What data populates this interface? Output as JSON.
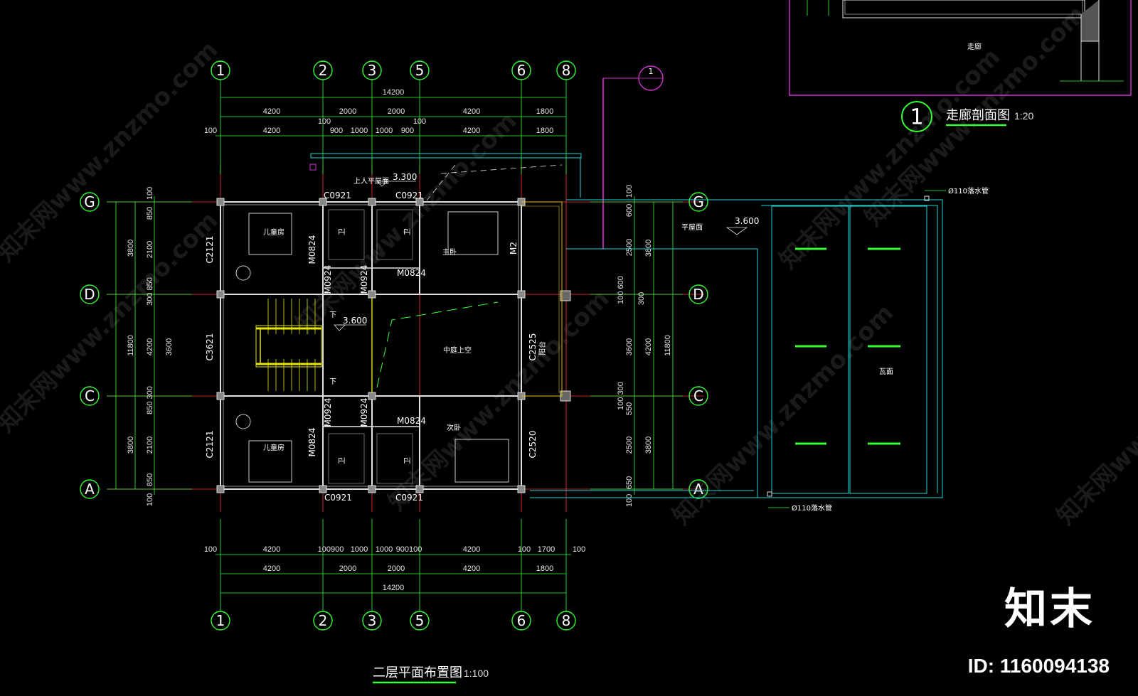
{
  "drawing": {
    "title": "二层平面布置图",
    "scale": "1:100",
    "section_title": "走廊剖面图",
    "section_scale": "1:20",
    "section_number": "1",
    "section_label": "走廊",
    "section_marker": "1"
  },
  "axes_top": [
    "1",
    "2",
    "3",
    "5",
    "6",
    "8"
  ],
  "axes_left": [
    "G",
    "D",
    "C",
    "A"
  ],
  "axes_right": [
    "G",
    "D",
    "C",
    "A"
  ],
  "dims_top": {
    "total": "14200",
    "row1": [
      "4200",
      "2000",
      "2000",
      "4200",
      "1800"
    ],
    "row1_small": [
      "100",
      "100"
    ],
    "row2": [
      "100",
      "4200",
      "900",
      "1000",
      "1000",
      "900",
      "4200",
      "1800"
    ]
  },
  "dims_bottom": {
    "row1": [
      "100",
      "4200",
      "100900",
      "1000",
      "1000",
      "900100",
      "4200",
      "100",
      "1700",
      "100"
    ],
    "row2": [
      "4200",
      "2000",
      "2000",
      "4200",
      "1800"
    ],
    "total": "14200"
  },
  "dims_left": {
    "total": "11800",
    "row1": [
      "3800",
      "4200",
      "3800"
    ],
    "row2": [
      "100",
      "850",
      "2100",
      "300 850",
      "3600",
      "850 300",
      "2100",
      "850",
      "100"
    ]
  },
  "dims_right": {
    "total": "11800",
    "row1": [
      "3800",
      "4200",
      "3800"
    ],
    "row2": [
      "100",
      "600",
      "2500",
      "100 600",
      "300",
      "3600",
      "100 300",
      "550",
      "2500",
      "650",
      "100"
    ]
  },
  "rooms": {
    "kids_top": "儿童房",
    "kids_bottom": "儿童房",
    "master": "主卧",
    "second": "次卧",
    "bath1": "卫",
    "bath2": "卫",
    "bath3": "卫",
    "bath4": "卫",
    "courtyard": "中庭上空",
    "balcony": "阳台",
    "roof_terrace": "上人平屋面",
    "flat_roof": "平屋面",
    "tile_roof": "瓦面",
    "stair_down1": "下",
    "stair_down2": "下"
  },
  "elevations": {
    "roof": "3.300",
    "stair": "3.600",
    "flat_roof": "3.600"
  },
  "openings": {
    "c0921_tl": "C0921",
    "c0921_tr": "C0921",
    "c0921_bl": "C0921",
    "c0921_br": "C0921",
    "c2121_t": "C2121",
    "c2121_b": "C2121",
    "c3621": "C3621",
    "c2525": "C2525",
    "c2520": "C2520",
    "m0824_a": "M0824",
    "m0824_b": "M0824",
    "m0824_c": "M0824",
    "m0824_d": "M0824",
    "m0924_a": "M0924",
    "m0924_b": "M0924",
    "m0924_c": "M0924",
    "m0924_d": "M0924",
    "m2": "M2"
  },
  "pipes": {
    "top": "Ø110落水管",
    "bottom": "Ø110落水管"
  },
  "watermark": "知末网www.znzmo.com",
  "brand": "知末",
  "id_label": "ID: 1160094138"
}
